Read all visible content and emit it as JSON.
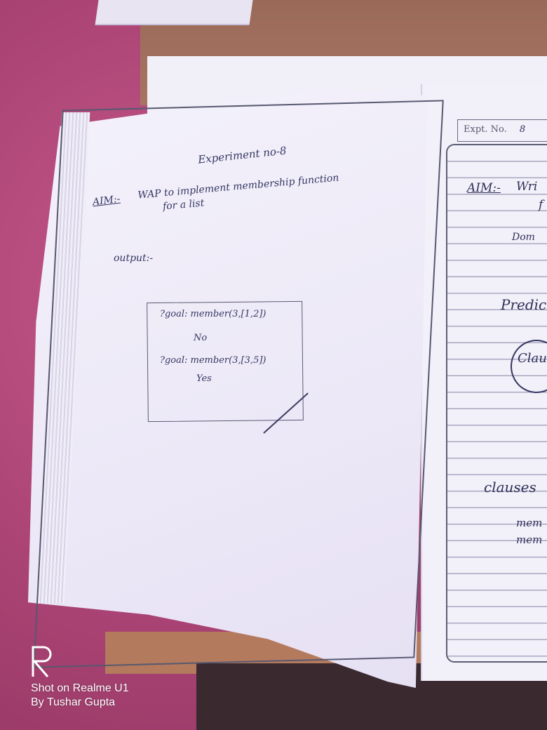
{
  "left_page": {
    "title": "Experiment no-8",
    "aim_label": "AIM:-",
    "aim_line1": "WAP to implement membership function",
    "aim_line2": "for a list",
    "output_label": "output:-",
    "output_box": {
      "line1": "?goal: member(3,[1,2])",
      "line2": "No",
      "line3": "?goal: member(3,[3,5])",
      "line4": "Yes"
    }
  },
  "right_page": {
    "expt_label": "Expt. No.",
    "expt_number": "8",
    "aim_label": "AIM:-",
    "aim_fragment": "Wri",
    "aim_fragment2": "f",
    "domain_fragment": "Dom",
    "predicate_fragment": "Predic",
    "clause_circle_fragment": "Clau",
    "clauses_fragment": "clauses",
    "mem_fragment1": "mem",
    "mem_fragment2": "mem"
  },
  "watermark": {
    "line1": "Shot on Realme U1",
    "line2": "By Tushar Gupta"
  }
}
